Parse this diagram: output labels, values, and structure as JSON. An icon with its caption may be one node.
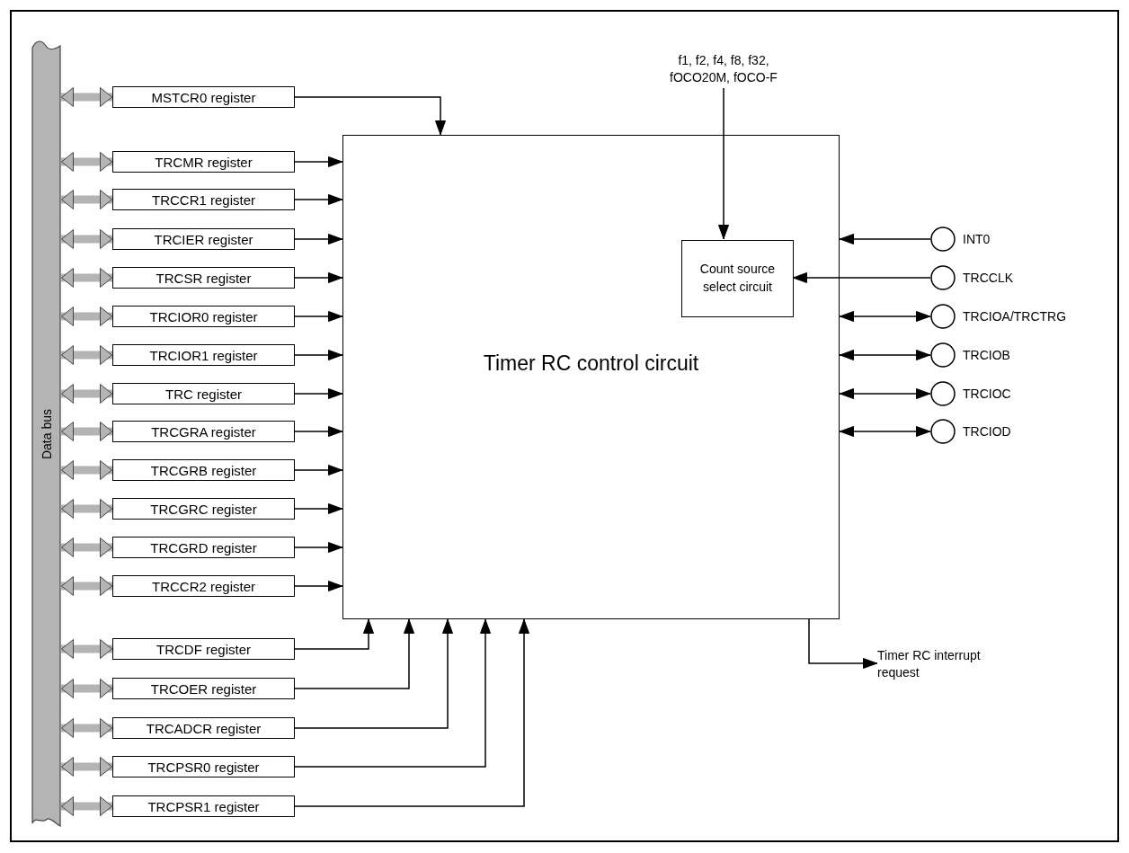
{
  "diagram": {
    "nodes": [
      {
        "text": [
          "Data bus"
        ]
      },
      {
        "text": [
          "MSTCR0 register"
        ]
      },
      {
        "text": [
          "TRCMR register"
        ]
      },
      {
        "text": [
          "TRCCR1 register"
        ]
      },
      {
        "text": [
          "TRCIER register"
        ]
      },
      {
        "text": [
          "TRCSR register"
        ]
      },
      {
        "text": [
          "TRCIOR0 register"
        ]
      },
      {
        "text": [
          "TRCIOR1 register"
        ]
      },
      {
        "text": [
          "TRC register"
        ]
      },
      {
        "text": [
          "TRCGRA register"
        ]
      },
      {
        "text": [
          "TRCGRB register"
        ]
      },
      {
        "text": [
          "TRCGRC register"
        ]
      },
      {
        "text": [
          "TRCGRD register"
        ]
      },
      {
        "text": [
          "TRCCR2 register"
        ]
      },
      {
        "text": [
          "TRCDF register"
        ]
      },
      {
        "text": [
          "TRCOER register"
        ]
      },
      {
        "text": [
          "TRCADCR register"
        ]
      },
      {
        "text": [
          "TRCPSR0 register"
        ]
      },
      {
        "text": [
          "TRCPSR1 register"
        ]
      },
      {
        "text": [
          "Timer RC control circuit"
        ]
      },
      {
        "text": [
          "Count source select circuit"
        ],
        "in": 19
      },
      {
        "text": [
          "f1, f2, f4, f8, f32, fOCO20M, fOCO-F"
        ]
      },
      {
        "text": [],
        "shape": "circle",
        "beside": [
          "INT0"
        ]
      },
      {
        "text": [],
        "shape": "circle",
        "beside": [
          "TRCCLK"
        ]
      },
      {
        "text": [],
        "shape": "circle",
        "beside": [
          "TRCIOA/TRCTRG"
        ]
      },
      {
        "text": [],
        "shape": "circle",
        "beside": [
          "TRCIOB"
        ]
      },
      {
        "text": [],
        "shape": "circle",
        "beside": [
          "TRCIOC"
        ]
      },
      {
        "text": [],
        "shape": "circle",
        "beside": [
          "TRCIOD"
        ]
      },
      {
        "text": [
          "Timer RC interrupt request"
        ]
      }
    ],
    "edges": [
      {
        "from": 0,
        "to": 1,
        "arrow": "both",
        "style": "thick",
        "color": "#b4b4b4"
      },
      {
        "from": 0,
        "to": 2,
        "arrow": "both",
        "style": "thick",
        "color": "#b4b4b4"
      },
      {
        "from": 0,
        "to": 3,
        "arrow": "both",
        "style": "thick",
        "color": "#b4b4b4"
      },
      {
        "from": 0,
        "to": 4,
        "arrow": "both",
        "style": "thick",
        "color": "#b4b4b4"
      },
      {
        "from": 0,
        "to": 5,
        "arrow": "both",
        "style": "thick",
        "color": "#b4b4b4"
      },
      {
        "from": 0,
        "to": 6,
        "arrow": "both",
        "style": "thick",
        "color": "#b4b4b4"
      },
      {
        "from": 0,
        "to": 7,
        "arrow": "both",
        "style": "thick",
        "color": "#b4b4b4"
      },
      {
        "from": 0,
        "to": 8,
        "arrow": "both",
        "style": "thick",
        "color": "#b4b4b4"
      },
      {
        "from": 0,
        "to": 9,
        "arrow": "both",
        "style": "thick",
        "color": "#b4b4b4"
      },
      {
        "from": 0,
        "to": 10,
        "arrow": "both",
        "style": "thick",
        "color": "#b4b4b4"
      },
      {
        "from": 0,
        "to": 11,
        "arrow": "both",
        "style": "thick",
        "color": "#b4b4b4"
      },
      {
        "from": 0,
        "to": 12,
        "arrow": "both",
        "style": "thick",
        "color": "#b4b4b4"
      },
      {
        "from": 0,
        "to": 13,
        "arrow": "both",
        "style": "thick",
        "color": "#b4b4b4"
      },
      {
        "from": 0,
        "to": 14,
        "arrow": "both",
        "style": "thick",
        "color": "#b4b4b4"
      },
      {
        "from": 0,
        "to": 15,
        "arrow": "both",
        "style": "thick",
        "color": "#b4b4b4"
      },
      {
        "from": 0,
        "to": 16,
        "arrow": "both",
        "style": "thick",
        "color": "#b4b4b4"
      },
      {
        "from": 0,
        "to": 17,
        "arrow": "both",
        "style": "thick",
        "color": "#b4b4b4"
      },
      {
        "from": 0,
        "to": 18,
        "arrow": "both",
        "style": "thick",
        "color": "#b4b4b4"
      },
      {
        "from": 1,
        "to": 19,
        "arrow": "to"
      },
      {
        "from": 2,
        "to": 19,
        "arrow": "to"
      },
      {
        "from": 3,
        "to": 19,
        "arrow": "to"
      },
      {
        "from": 4,
        "to": 19,
        "arrow": "to"
      },
      {
        "from": 5,
        "to": 19,
        "arrow": "to"
      },
      {
        "from": 6,
        "to": 19,
        "arrow": "to"
      },
      {
        "from": 7,
        "to": 19,
        "arrow": "to"
      },
      {
        "from": 8,
        "to": 19,
        "arrow": "to"
      },
      {
        "from": 9,
        "to": 19,
        "arrow": "to"
      },
      {
        "from": 10,
        "to": 19,
        "arrow": "to"
      },
      {
        "from": 11,
        "to": 19,
        "arrow": "to"
      },
      {
        "from": 12,
        "to": 19,
        "arrow": "to"
      },
      {
        "from": 13,
        "to": 19,
        "arrow": "to"
      },
      {
        "from": 14,
        "to": 19,
        "arrow": "to"
      },
      {
        "from": 15,
        "to": 19,
        "arrow": "to"
      },
      {
        "from": 16,
        "to": 19,
        "arrow": "to"
      },
      {
        "from": 17,
        "to": 19,
        "arrow": "to"
      },
      {
        "from": 18,
        "to": 19,
        "arrow": "to"
      },
      {
        "from": 21,
        "to": 20,
        "arrow": "to"
      },
      {
        "from": 22,
        "to": 19,
        "arrow": "to"
      },
      {
        "from": 23,
        "to": 20,
        "arrow": "to"
      },
      {
        "from": 24,
        "to": 19,
        "arrow": "both"
      },
      {
        "from": 25,
        "to": 19,
        "arrow": "both"
      },
      {
        "from": 26,
        "to": 19,
        "arrow": "both"
      },
      {
        "from": 27,
        "to": 19,
        "arrow": "both"
      },
      {
        "from": 19,
        "to": 28,
        "arrow": "to"
      }
    ]
  }
}
